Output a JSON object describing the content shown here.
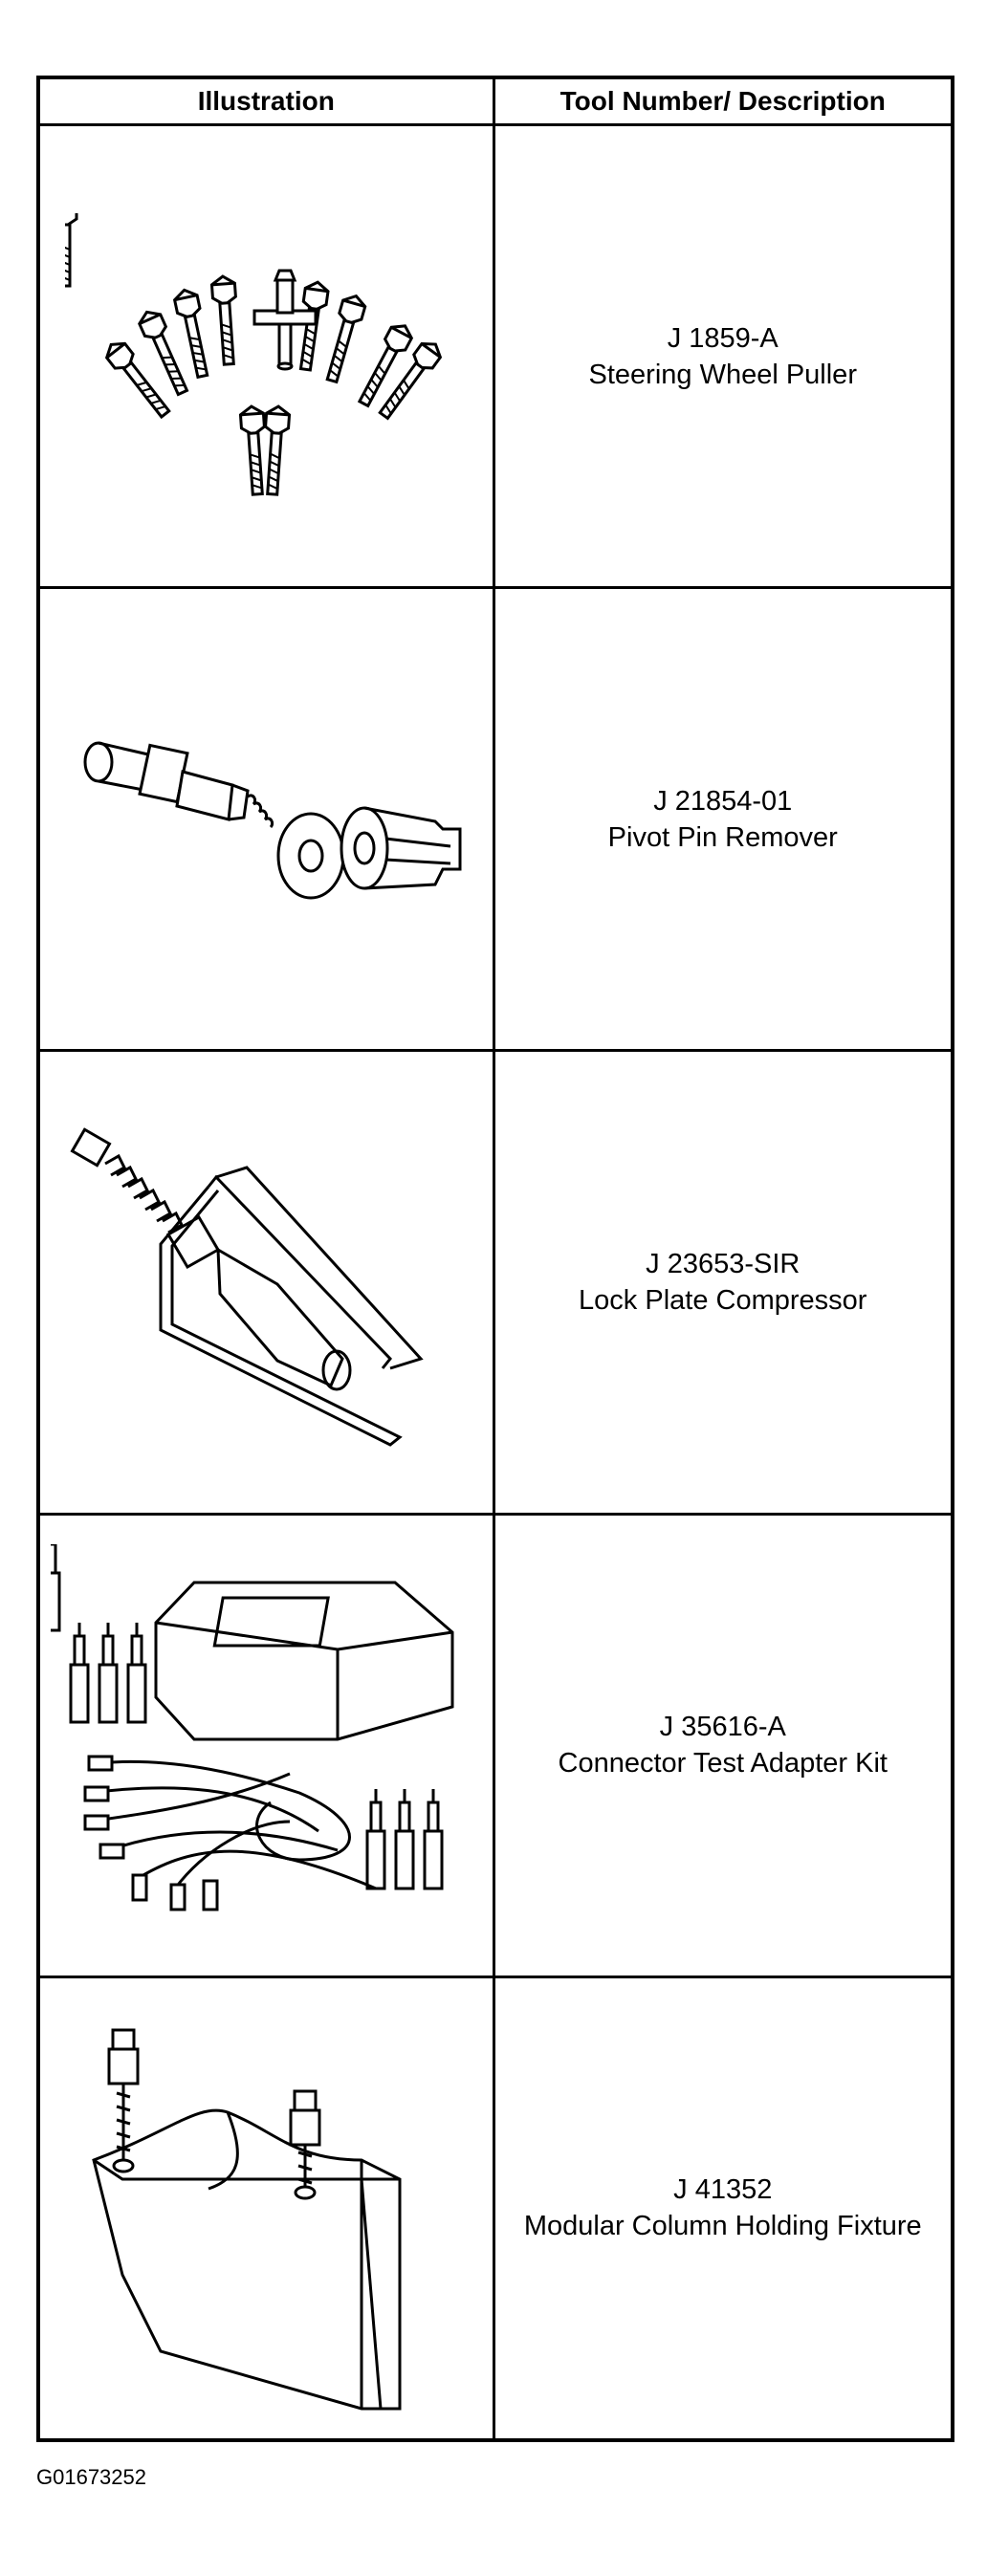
{
  "table": {
    "headers": {
      "illustration": "Illustration",
      "tool": "Tool Number/ Description"
    },
    "rows": [
      {
        "tool_number": "J 1859-A",
        "description": "Steering Wheel Puller",
        "illustration_icon": "steering-wheel-puller-illustration"
      },
      {
        "tool_number": "J 21854-01",
        "description": "Pivot Pin Remover",
        "illustration_icon": "pivot-pin-remover-illustration"
      },
      {
        "tool_number": "J 23653-SIR",
        "description": "Lock Plate Compressor",
        "illustration_icon": "lock-plate-compressor-illustration"
      },
      {
        "tool_number": "J 35616-A",
        "description": "Connector Test Adapter Kit",
        "illustration_icon": "connector-test-adapter-kit-illustration"
      },
      {
        "tool_number": "J 41352",
        "description": "Modular Column Holding Fixture",
        "illustration_icon": "modular-column-holding-fixture-illustration"
      }
    ]
  },
  "figure_code": "G01673252"
}
